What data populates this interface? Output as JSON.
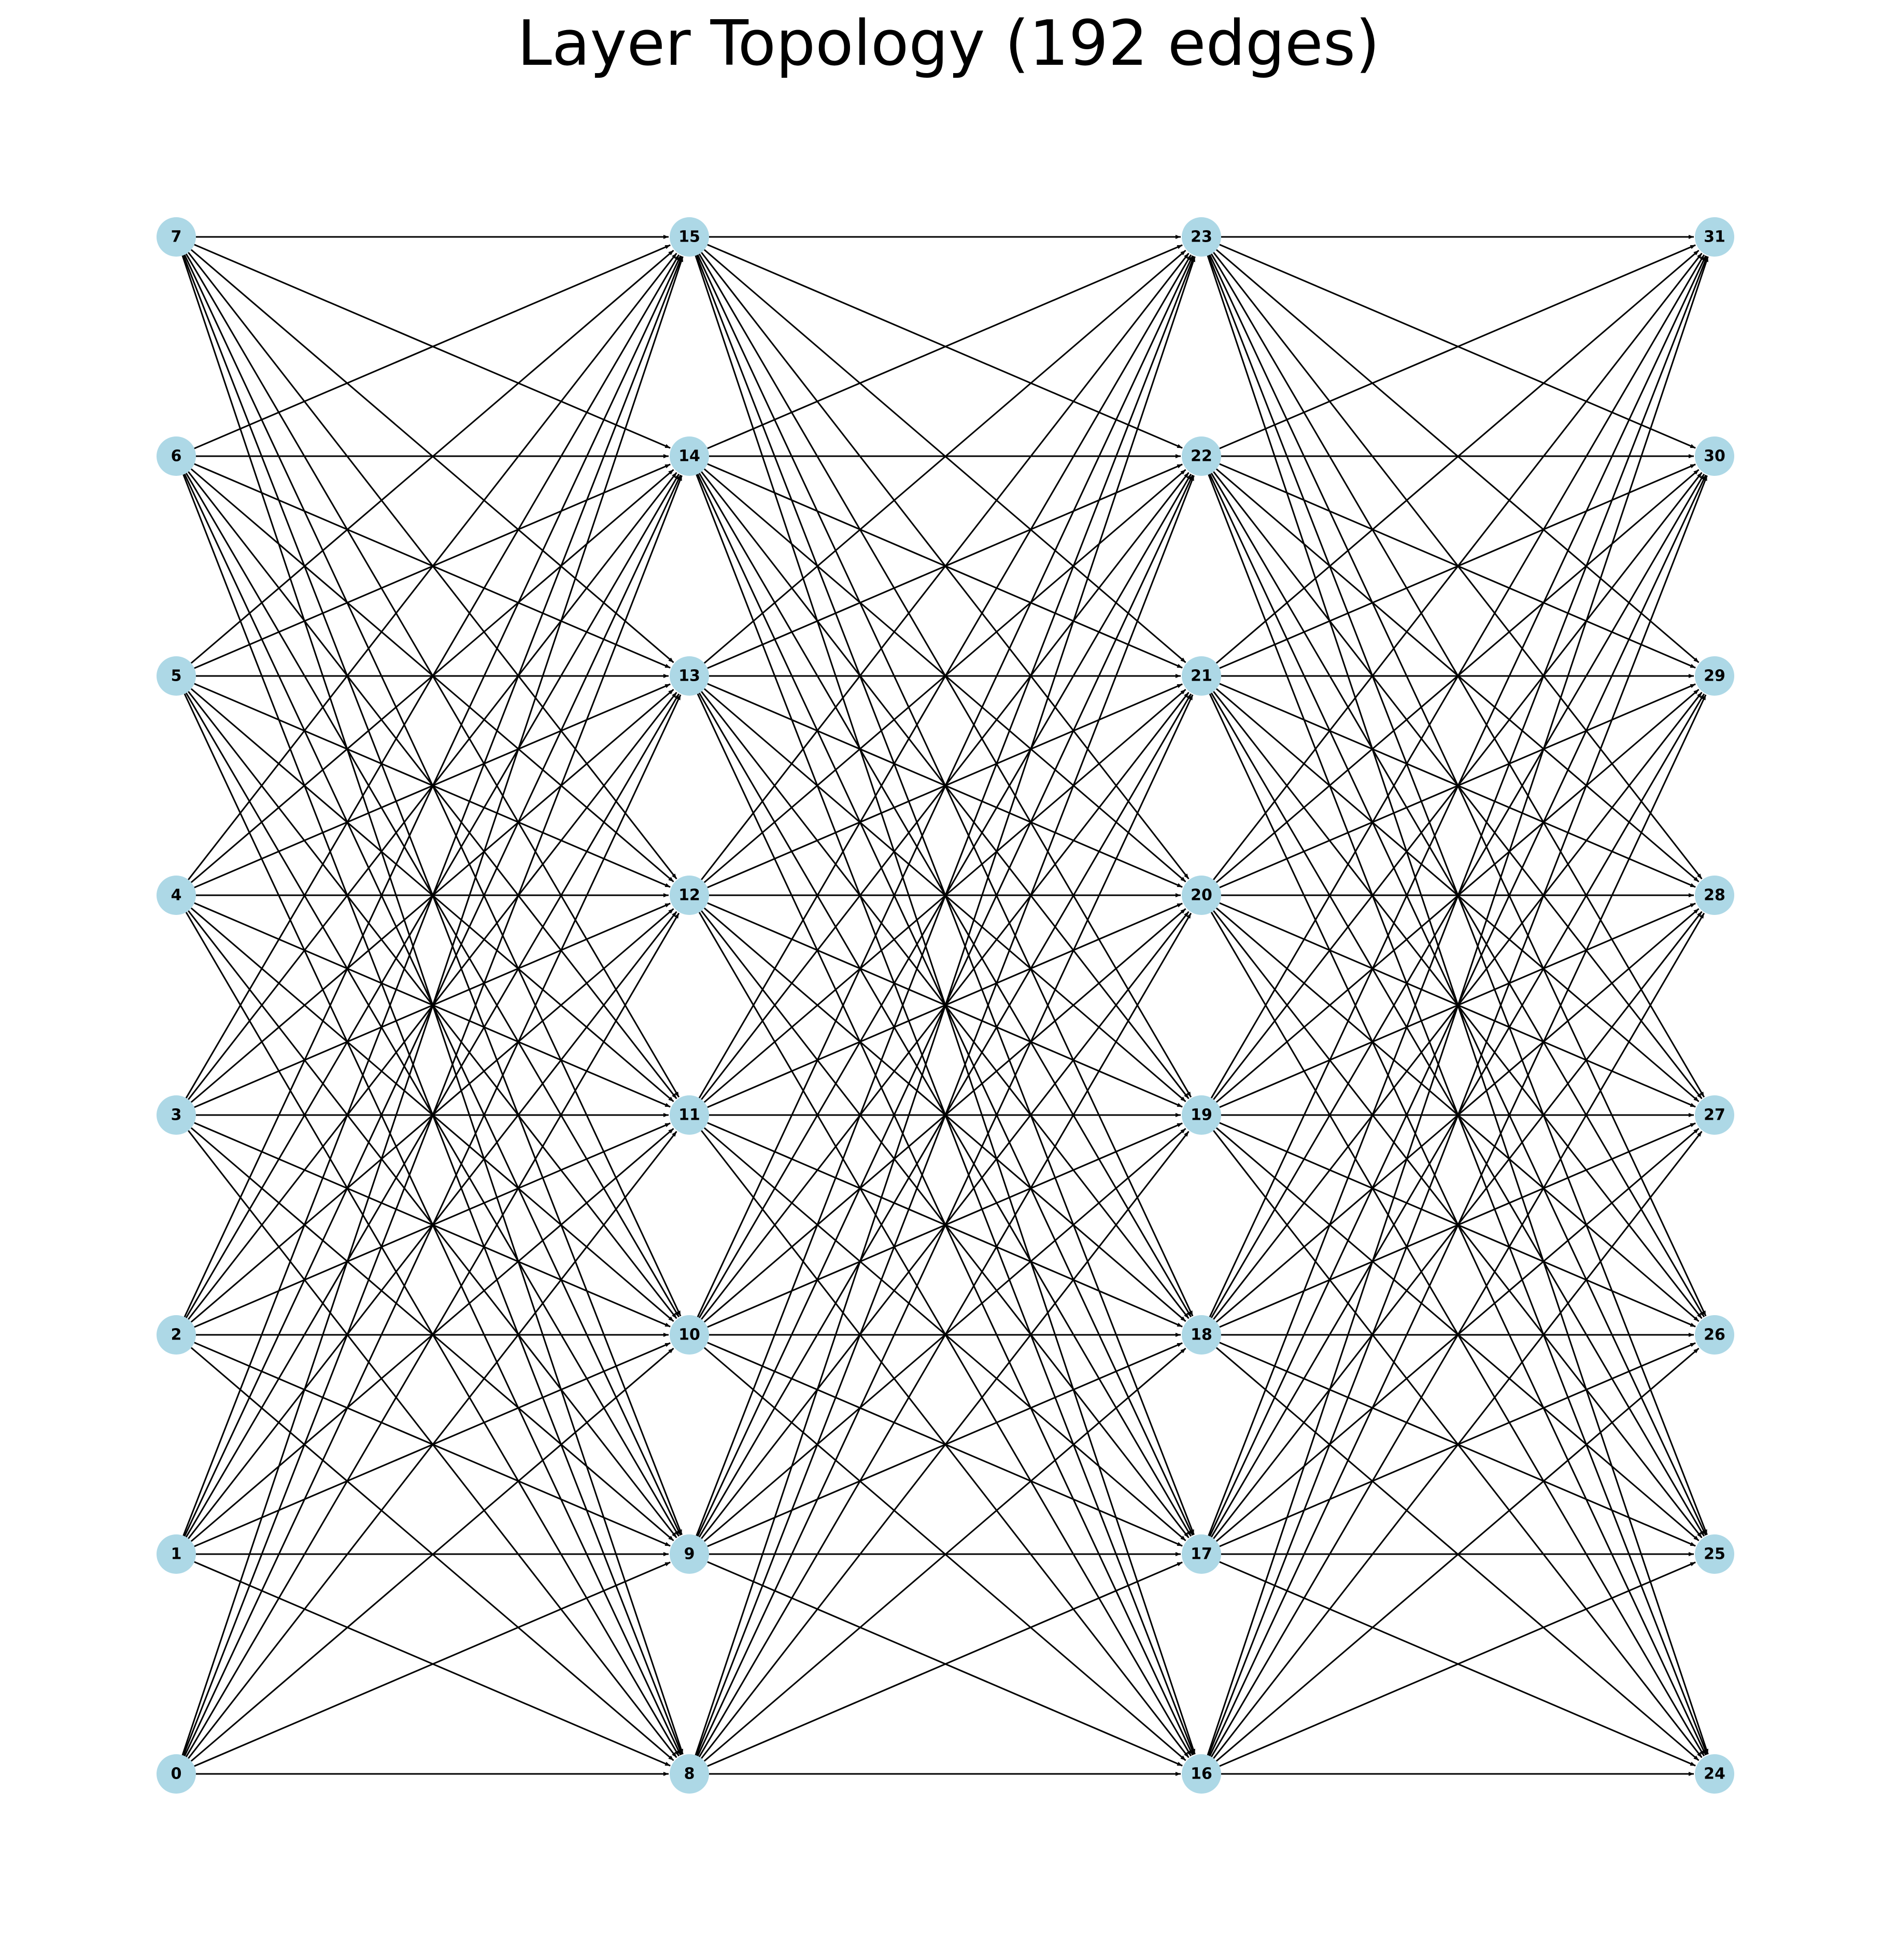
{
  "title": "Layer Topology (192 edges)",
  "colors": {
    "node_fill": "#add8e6",
    "edge": "#000000",
    "label": "#000000",
    "background": "#ffffff"
  },
  "layers": [
    [
      0,
      1,
      2,
      3,
      4,
      5,
      6,
      7
    ],
    [
      8,
      9,
      10,
      11,
      12,
      13,
      14,
      15
    ],
    [
      16,
      17,
      18,
      19,
      20,
      21,
      22,
      23
    ],
    [
      24,
      25,
      26,
      27,
      28,
      29,
      30,
      31
    ]
  ],
  "connectivity": "each node connects to every node in the next layer",
  "edge_count": 192
}
